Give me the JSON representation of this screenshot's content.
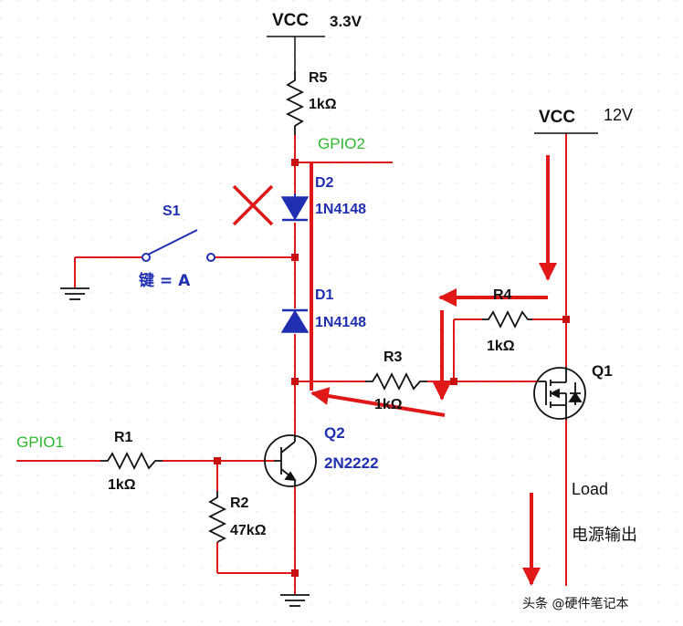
{
  "colors": {
    "wire": "#e01818",
    "node": "#c81010",
    "black_label": "#111111",
    "blue_label": "#1f2fb0",
    "green_label": "#2eb82e",
    "current_arrow": "#e01818",
    "cross_mark": "#e01818"
  },
  "labels": {
    "vcc_top": "VCC",
    "vcc_top_value": "3.3V",
    "vcc_right": "VCC",
    "vcc_right_value": "12V",
    "r5_name": "R5",
    "r5_value": "1kΩ",
    "r4_name": "R4",
    "r4_value": "1kΩ",
    "r3_name": "R3",
    "r3_value": "1kΩ",
    "r1_name": "R1",
    "r1_value": "1kΩ",
    "r2_name": "R2",
    "r2_value": "47kΩ",
    "d2_name": "D2",
    "d2_part": "1N4148",
    "d1_name": "D1",
    "d1_part": "1N4148",
    "s1_name": "S1",
    "s1_key": "键 = A",
    "q1_name": "Q1",
    "q2_name": "Q2",
    "q2_part": "2N2222",
    "gpio1": "GPIO1",
    "gpio2": "GPIO2",
    "load": "Load",
    "power_output": "电源输出",
    "watermark": "头条 @硬件笔记本"
  },
  "icons": {
    "cross": "x-mark-icon",
    "ground": "ground-icon",
    "arrow": "arrow-icon"
  }
}
